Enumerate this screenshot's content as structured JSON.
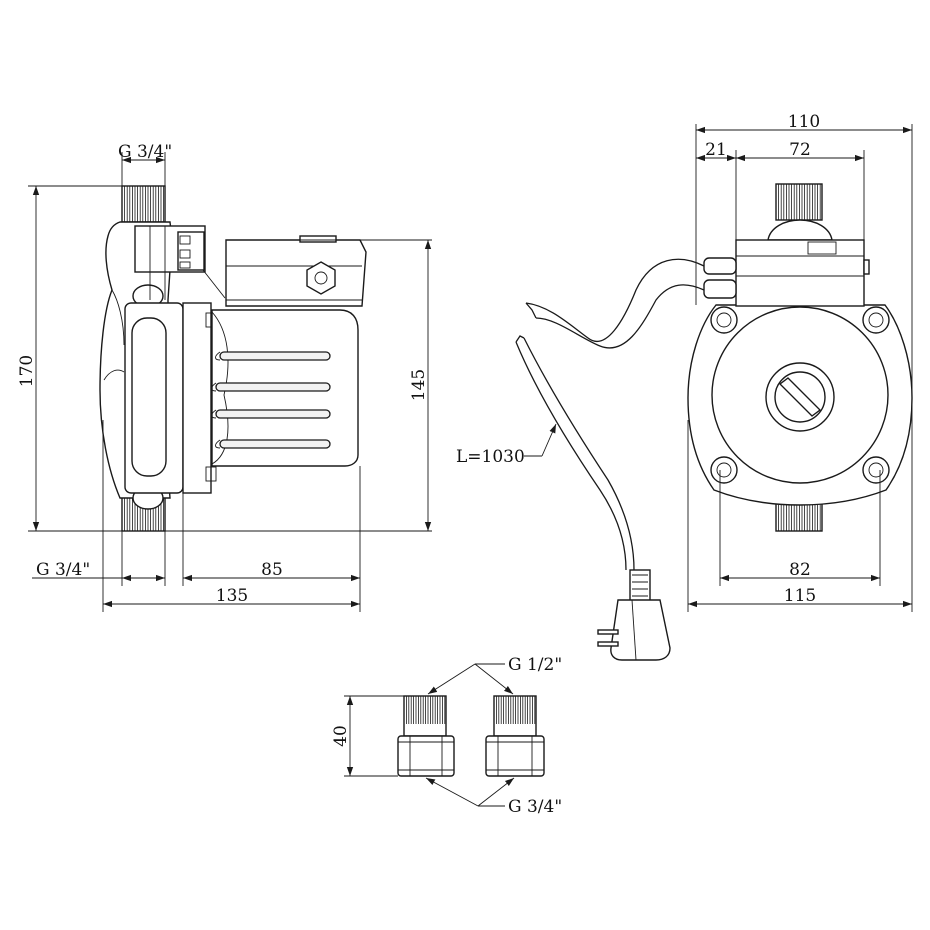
{
  "side_view": {
    "inlet_thread": "G 3/4\"",
    "outlet_thread": "G 3/4\"",
    "height_total": "170",
    "height_motor": "145",
    "width_motor": "85",
    "width_total": "135"
  },
  "front_view": {
    "width_top": "110",
    "offset_box": "21",
    "width_box": "72",
    "width_flange": "82",
    "width_body": "115",
    "cable_length": "L=1030"
  },
  "adapters": {
    "thread_top": "G 1/2\"",
    "thread_bottom": "G 3/4\"",
    "height": "40"
  }
}
